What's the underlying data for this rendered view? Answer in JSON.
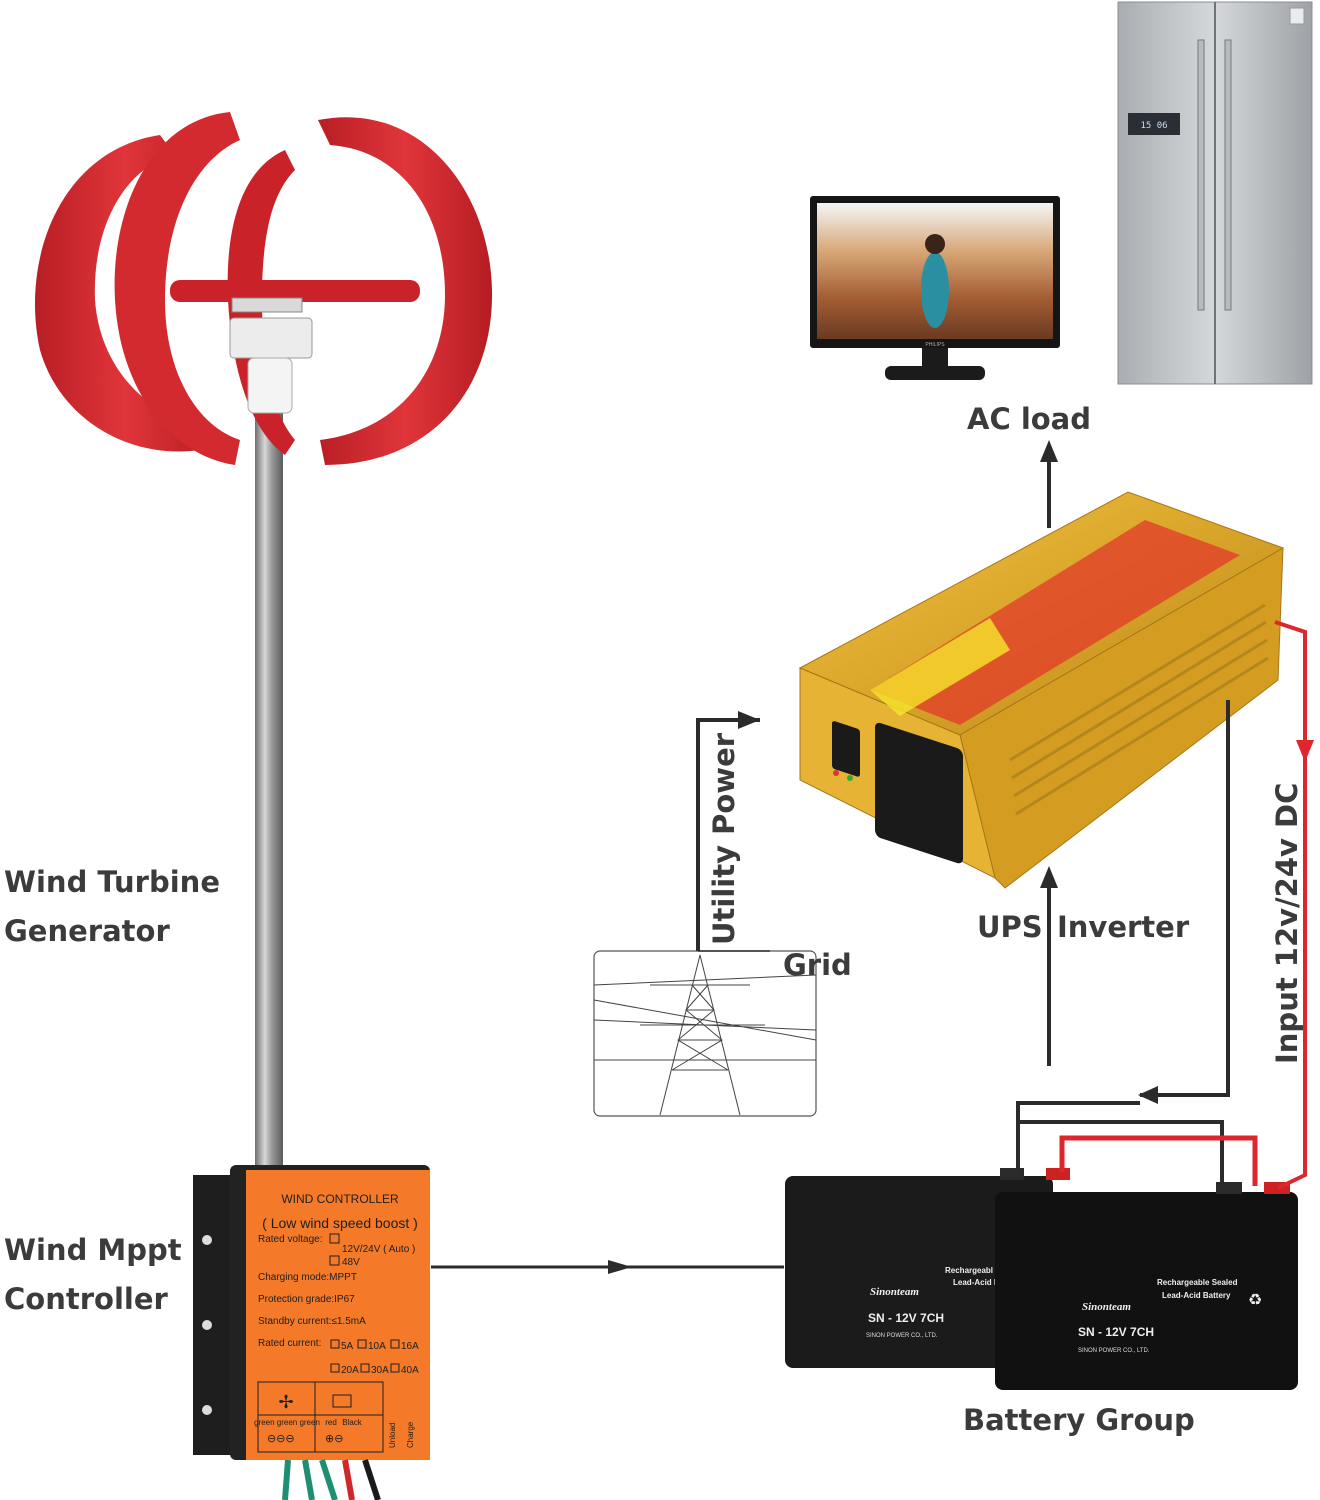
{
  "labels": {
    "wind_turbine_line1": "Wind Turbine",
    "wind_turbine_line2": "Generator",
    "controller_line1": "Wind Mppt",
    "controller_line2": "Controller",
    "ac_load": "AC load",
    "ups": "UPS",
    "inverter": "Inverter",
    "utility_power": "Utility Power",
    "grid": "Grid",
    "input_dc": "Input 12v/24v DC",
    "battery_group": "Battery Group"
  },
  "controller": {
    "title": "WIND CONTROLLER",
    "subtitle": "( Low wind speed boost )",
    "rated_voltage": "Rated voltage:",
    "opt_12_24": "12V/24V ( Auto )",
    "opt_48": "48V",
    "charging_mode": "Charging mode:MPPT",
    "protection": "Protection grade:IP67",
    "standby": "Standby current:≤1.5mA",
    "rated_current": "Rated current:",
    "currents_row1": [
      "5A",
      "10A",
      "16A"
    ],
    "currents_row2": [
      "20A",
      "30A",
      "40A"
    ],
    "terminal_green": "green green green",
    "terminal_red": "red",
    "terminal_black": "Black",
    "unload": "Unload",
    "charge": "Charge"
  },
  "battery": {
    "model": "SN - 12V 7CH",
    "brand": "Sinonteam",
    "type_line1": "Rechargeable Sealed",
    "type_line2": "Lead-Acid Battery",
    "maker": "SINON POWER CO., LTD.",
    "type_short_line1": "Rechargeabl",
    "type_short_line2": "Lead-Acid B"
  },
  "fridge": {
    "display": "15 06"
  },
  "monitor": {
    "brand": "PHILIPS"
  },
  "colors": {
    "turbine_red": "#d8262d",
    "controller_orange": "#f47a2a",
    "inverter_gold": "#d9a52a",
    "wire_red": "#e0262d",
    "line_dark": "#2b2b2b",
    "label_text": "#3b3b3b"
  }
}
